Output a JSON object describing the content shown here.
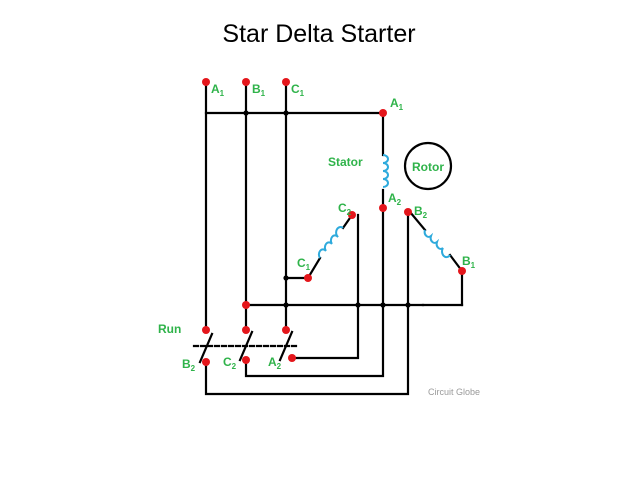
{
  "title": "Star Delta Starter",
  "labels": {
    "stator": "Stator",
    "rotor": "Rotor",
    "run": "Run",
    "watermark": "Circuit Globe"
  },
  "terminals": {
    "a1_top": {
      "main": "A",
      "sub": "1"
    },
    "b1_top": {
      "main": "B",
      "sub": "1"
    },
    "c1_top": {
      "main": "C",
      "sub": "1"
    },
    "a1_winding": {
      "main": "A",
      "sub": "1"
    },
    "a2_winding": {
      "main": "A",
      "sub": "2"
    },
    "c2_winding": {
      "main": "C",
      "sub": "2"
    },
    "c1_winding": {
      "main": "C",
      "sub": "1"
    },
    "b2_winding": {
      "main": "B",
      "sub": "2"
    },
    "b1_winding": {
      "main": "B",
      "sub": "1"
    },
    "b2_bottom": {
      "main": "B",
      "sub": "2"
    },
    "c2_bottom": {
      "main": "C",
      "sub": "2"
    },
    "a2_bottom": {
      "main": "A",
      "sub": "2"
    }
  },
  "colors": {
    "wire": "#000000",
    "node": "#e4161b",
    "label": "#2fb34a",
    "coil": "#2eaadc",
    "watermark": "#9a9a9a"
  }
}
